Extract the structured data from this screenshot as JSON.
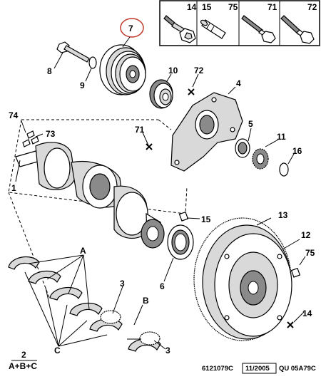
{
  "legend": {
    "items": [
      {
        "num": "14",
        "icon": "bolt-hex-flange-icon"
      },
      {
        "num": "15",
        "icon": "dowel-pin-icon"
      },
      {
        "num": "75",
        "icon": "dowel-pin-icon"
      },
      {
        "num": "71",
        "icon": "bolt-long-icon"
      },
      {
        "num": "72",
        "icon": "bolt-angled-icon"
      }
    ]
  },
  "callouts": {
    "c7": "7",
    "c8": "8",
    "c9": "9",
    "c10": "10",
    "c72": "72",
    "c4": "4",
    "c74": "74",
    "c73": "73",
    "c71": "71",
    "c5": "5",
    "c11": "11",
    "c16": "16",
    "c1": "1",
    "c15": "15",
    "c13": "13",
    "c6": "6",
    "c12": "12",
    "c75": "75",
    "cA": "A",
    "c3a": "3",
    "c3b": "3",
    "cB": "B",
    "c14": "14",
    "cC": "C",
    "c2": "2"
  },
  "bottom_label": "A+B+C",
  "footer": {
    "ref": "6121079C",
    "date": "11/2005",
    "code": "QU 05A79C"
  },
  "colors": {
    "highlight_circle": "#c0392b",
    "line": "#000000",
    "part_fill": "#d9d9d9"
  }
}
